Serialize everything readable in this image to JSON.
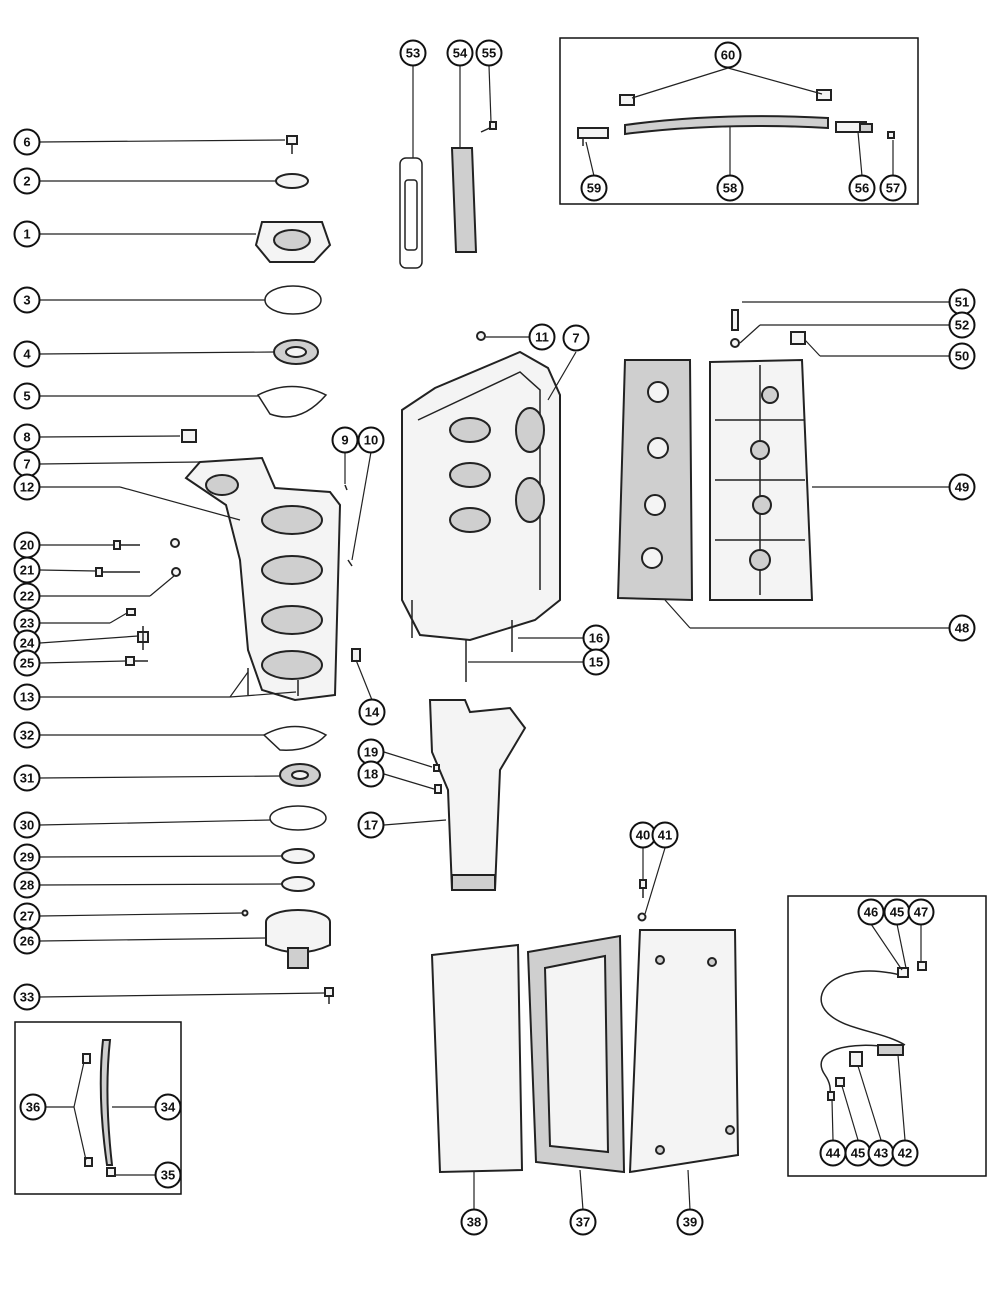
{
  "diagram": {
    "callouts": [
      {
        "id": "c6",
        "label": "6"
      },
      {
        "id": "c2",
        "label": "2"
      },
      {
        "id": "c1",
        "label": "1"
      },
      {
        "id": "c3",
        "label": "3"
      },
      {
        "id": "c4",
        "label": "4"
      },
      {
        "id": "c5",
        "label": "5"
      },
      {
        "id": "c8",
        "label": "8"
      },
      {
        "id": "c7a",
        "label": "7"
      },
      {
        "id": "c12",
        "label": "12"
      },
      {
        "id": "c20",
        "label": "20"
      },
      {
        "id": "c21",
        "label": "21"
      },
      {
        "id": "c22",
        "label": "22"
      },
      {
        "id": "c23",
        "label": "23"
      },
      {
        "id": "c24",
        "label": "24"
      },
      {
        "id": "c25",
        "label": "25"
      },
      {
        "id": "c13",
        "label": "13"
      },
      {
        "id": "c32",
        "label": "32"
      },
      {
        "id": "c31",
        "label": "31"
      },
      {
        "id": "c30",
        "label": "30"
      },
      {
        "id": "c29",
        "label": "29"
      },
      {
        "id": "c28",
        "label": "28"
      },
      {
        "id": "c27",
        "label": "27"
      },
      {
        "id": "c26",
        "label": "26"
      },
      {
        "id": "c33",
        "label": "33"
      },
      {
        "id": "c36",
        "label": "36"
      },
      {
        "id": "c34",
        "label": "34"
      },
      {
        "id": "c35",
        "label": "35"
      },
      {
        "id": "c53",
        "label": "53"
      },
      {
        "id": "c54",
        "label": "54"
      },
      {
        "id": "c55",
        "label": "55"
      },
      {
        "id": "c60",
        "label": "60"
      },
      {
        "id": "c59",
        "label": "59"
      },
      {
        "id": "c58",
        "label": "58"
      },
      {
        "id": "c56",
        "label": "56"
      },
      {
        "id": "c57",
        "label": "57"
      },
      {
        "id": "c11",
        "label": "11"
      },
      {
        "id": "c7b",
        "label": "7"
      },
      {
        "id": "c9",
        "label": "9"
      },
      {
        "id": "c10",
        "label": "10"
      },
      {
        "id": "c16",
        "label": "16"
      },
      {
        "id": "c15",
        "label": "15"
      },
      {
        "id": "c14",
        "label": "14"
      },
      {
        "id": "c19",
        "label": "19"
      },
      {
        "id": "c18",
        "label": "18"
      },
      {
        "id": "c17",
        "label": "17"
      },
      {
        "id": "c51",
        "label": "51"
      },
      {
        "id": "c52",
        "label": "52"
      },
      {
        "id": "c50",
        "label": "50"
      },
      {
        "id": "c49",
        "label": "49"
      },
      {
        "id": "c48",
        "label": "48"
      },
      {
        "id": "c40",
        "label": "40"
      },
      {
        "id": "c41",
        "label": "41"
      },
      {
        "id": "c46",
        "label": "46"
      },
      {
        "id": "c45a",
        "label": "45"
      },
      {
        "id": "c47",
        "label": "47"
      },
      {
        "id": "c44",
        "label": "44"
      },
      {
        "id": "c45b",
        "label": "45"
      },
      {
        "id": "c43",
        "label": "43"
      },
      {
        "id": "c42",
        "label": "42"
      },
      {
        "id": "c38",
        "label": "38"
      },
      {
        "id": "c37",
        "label": "37"
      },
      {
        "id": "c39",
        "label": "39"
      }
    ]
  }
}
